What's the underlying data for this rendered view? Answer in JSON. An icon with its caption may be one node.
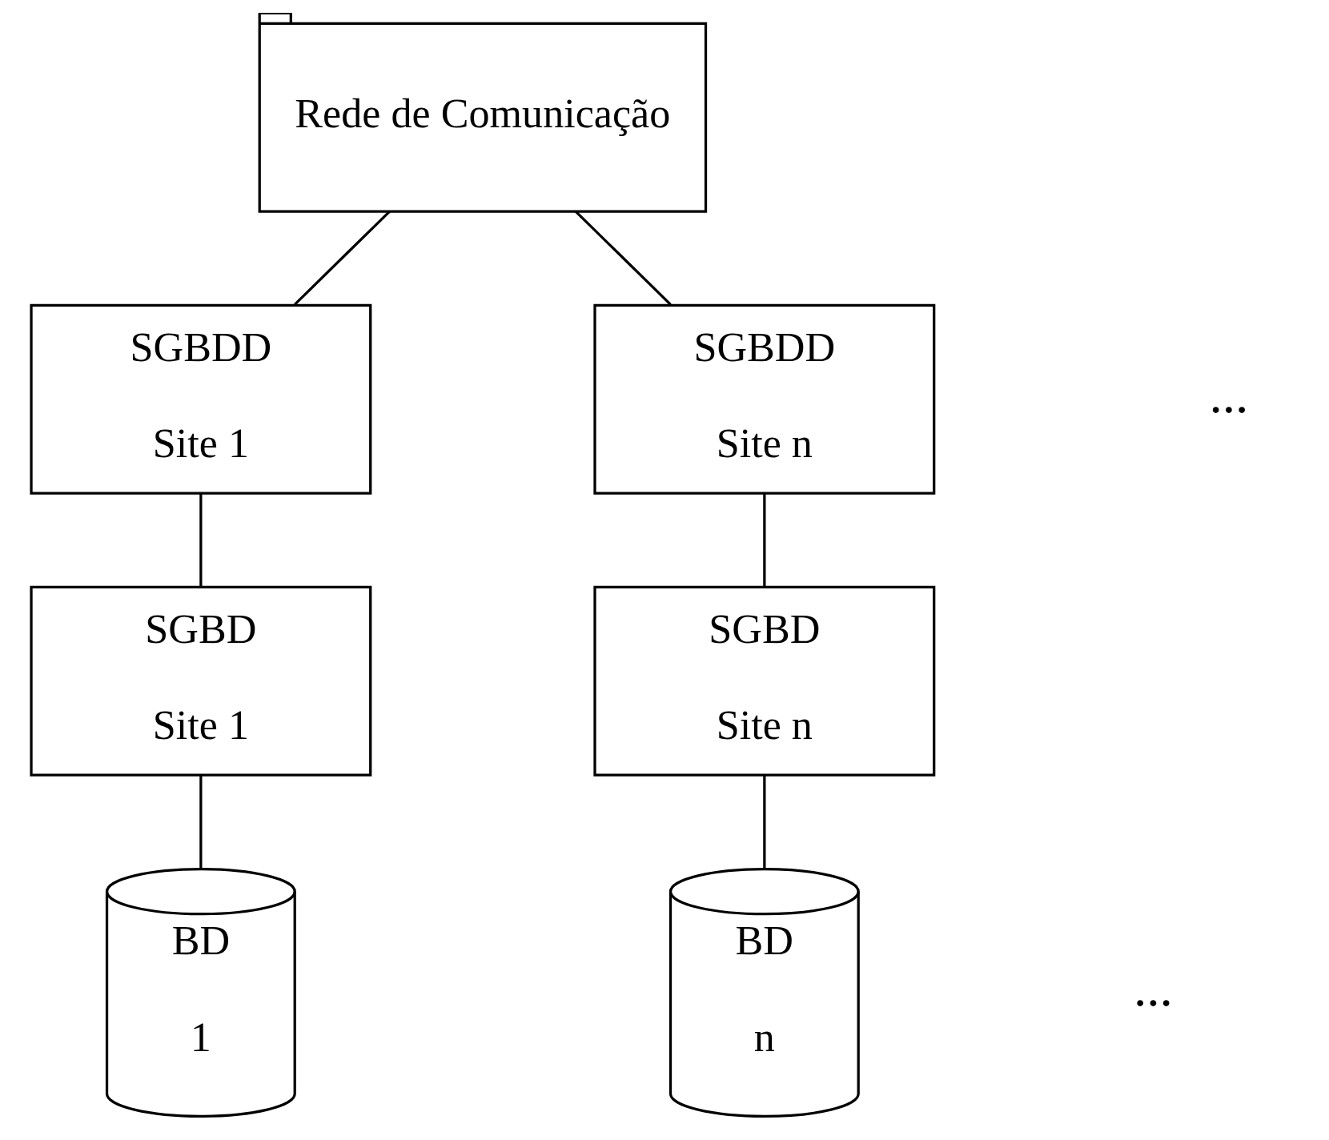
{
  "diagram": {
    "nodes": [
      {
        "text": [
          "Rede de Comunicação"
        ]
      },
      {
        "text": [
          "SGBDD",
          "Site 1"
        ]
      },
      {
        "text": [
          "SGBD",
          "Site 1"
        ]
      },
      {
        "text": [
          "BD",
          "1"
        ]
      },
      {
        "text": [
          "SGBDD",
          "Site n"
        ]
      },
      {
        "text": [
          "SGBD",
          "Site n"
        ]
      },
      {
        "text": [
          "BD",
          "n"
        ]
      }
    ],
    "edges": [
      {
        "from": 0,
        "to": 1,
        "arrow": "none"
      },
      {
        "from": 0,
        "to": 4,
        "arrow": "none"
      },
      {
        "from": 1,
        "to": 2,
        "arrow": "none"
      },
      {
        "from": 2,
        "to": 3,
        "arrow": "none"
      },
      {
        "from": 4,
        "to": 5,
        "arrow": "none"
      },
      {
        "from": 5,
        "to": 6,
        "arrow": "none"
      }
    ],
    "labels": [
      "...",
      "..."
    ]
  }
}
